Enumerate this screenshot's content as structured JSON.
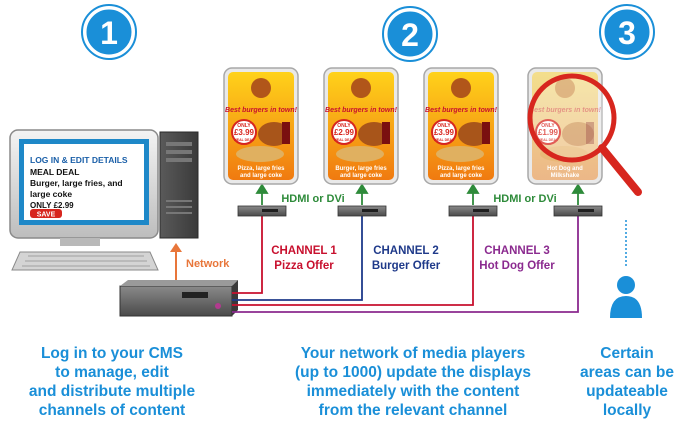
{
  "steps": {
    "one": "1",
    "two": "2",
    "three": "3"
  },
  "cms_screen": {
    "title": "LOG IN & EDIT DETAILS",
    "line1": "MEAL DEAL",
    "line2": "Burger, large fries, and",
    "line3": "large coke",
    "line4": "ONLY £2.99",
    "save": "SAVE"
  },
  "network_label": "Network",
  "hdmi_labels": [
    "HDMI or DVi",
    "HDMI or DVi"
  ],
  "channels": [
    {
      "name": "CHANNEL 1",
      "offer": "Pizza Offer",
      "color": "#c8102e"
    },
    {
      "name": "CHANNEL 2",
      "offer": "Burger Offer",
      "color": "#1f3a8a"
    },
    {
      "name": "CHANNEL 3",
      "offer": "Hot Dog Offer",
      "color": "#8b2a8f"
    }
  ],
  "displays": [
    {
      "headline": "Best burgers in town!",
      "price_top": "ONLY",
      "price": "£3.99",
      "price_sub": "MEAL DEAL",
      "caption1": "Pizza, large fries",
      "caption2": "and large coke"
    },
    {
      "headline": "Best burgers in town!",
      "price_top": "ONLY",
      "price": "£2.99",
      "price_sub": "MEAL DEAL",
      "caption1": "Burger, large fries",
      "caption2": "and large coke"
    },
    {
      "headline": "Best burgers in town!",
      "price_top": "ONLY",
      "price": "£3.99",
      "price_sub": "MEAL DEAL",
      "caption1": "Pizza, large fries",
      "caption2": "and large coke"
    },
    {
      "headline": "Best burgers in town!",
      "price_top": "ONLY",
      "price": "£1.99",
      "price_sub": "MEAL DEAL",
      "caption1": "Hot Dog and",
      "caption2": "Milkshake"
    }
  ],
  "captions": {
    "left": [
      "Log in to your CMS",
      "to manage, edit",
      "and distribute multiple",
      "channels of content"
    ],
    "middle": [
      "Your network of media players",
      "(up to 1000) update the displays",
      "immediately with the content",
      "from the relevant channel"
    ],
    "right": [
      "Certain",
      "areas can be",
      "updateable",
      "locally"
    ]
  },
  "colors": {
    "blue": "#1a8fd8",
    "network_orange": "#e8763a",
    "hdmi_green": "#2e8b3a"
  }
}
